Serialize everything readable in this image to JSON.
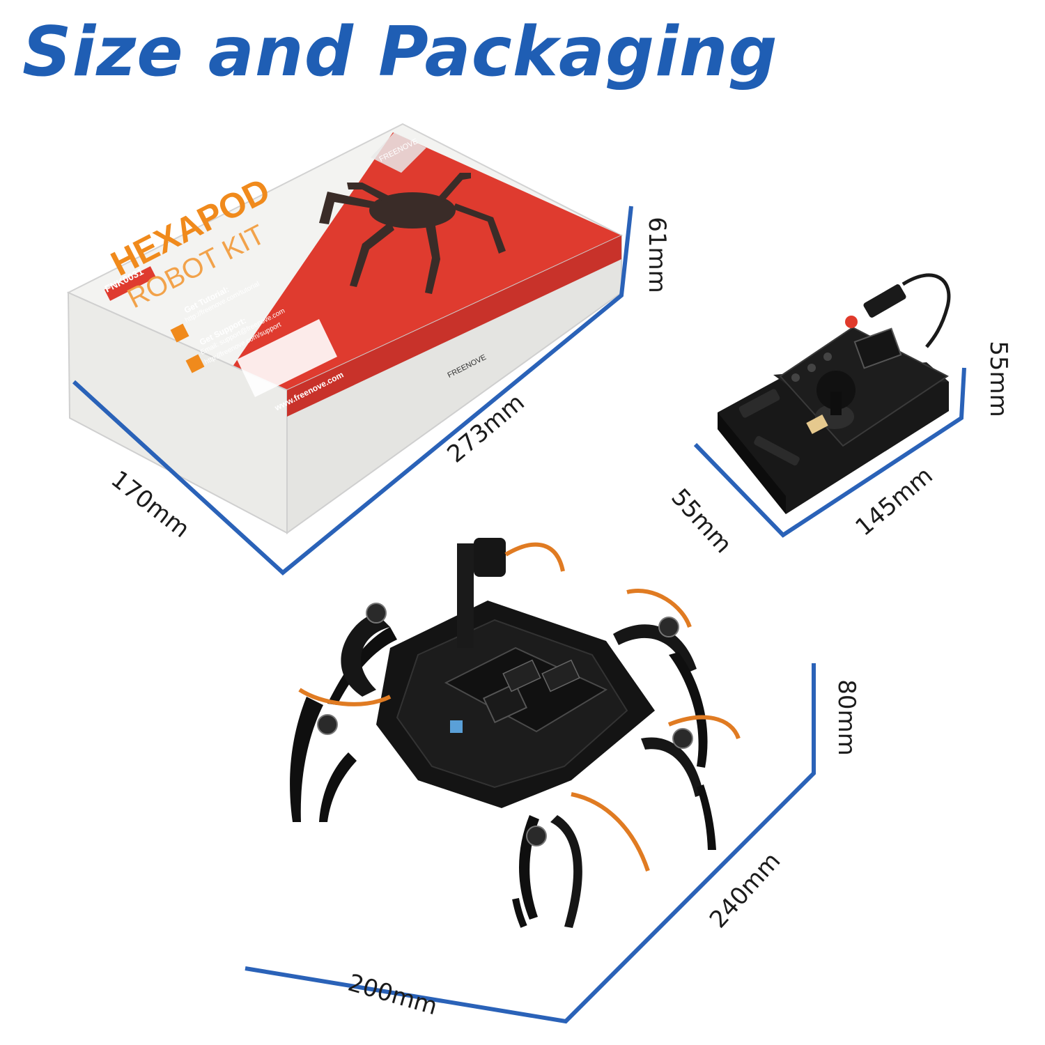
{
  "title": "Size and Packaging",
  "colors": {
    "title": "#1f5eb4",
    "dimension_line": "#2a62b8",
    "box_red": "#df3b2f",
    "accent_orange": "#f08a1c",
    "robot_black": "#141414"
  },
  "box": {
    "code": "FNK0031",
    "product_line1": "HEXAPOD",
    "product_line2": "ROBOT KIT",
    "brand": "FREENOVE",
    "tutorial_heading": "Get Tutorial:",
    "tutorial_url": "http://freenove.com/tutorial",
    "support_heading": "Get Support:",
    "support_email": "Email: support@freenove.com",
    "support_url": "http://freenove.com/support",
    "website": "www.freenove.com"
  },
  "dimensions": {
    "box_length": "273mm",
    "box_width": "170mm",
    "box_height": "61mm",
    "controller_length": "145mm",
    "controller_width": "55mm",
    "controller_height": "55mm",
    "robot_length": "240mm",
    "robot_width": "200mm",
    "robot_height": "80mm"
  }
}
